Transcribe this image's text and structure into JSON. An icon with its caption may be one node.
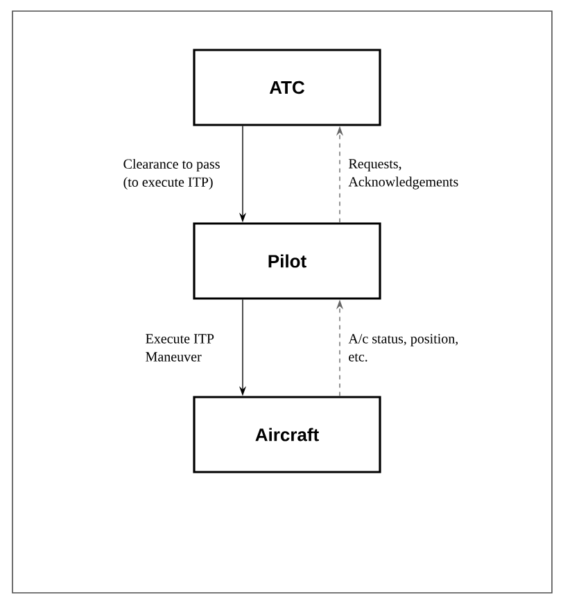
{
  "diagram": {
    "nodes": [
      {
        "text": [
          "ATC"
        ]
      },
      {
        "text": [
          "Pilot"
        ]
      },
      {
        "text": [
          "Aircraft"
        ]
      }
    ],
    "edges": [
      {
        "from": 0,
        "to": 1,
        "arrow": "to",
        "label": "Clearance to pass (to execute ITP)"
      },
      {
        "from": 1,
        "to": 0,
        "arrow": "to",
        "style": "dashed",
        "color": "#666666",
        "label": "Requests, Acknowledgements"
      },
      {
        "from": 1,
        "to": 2,
        "arrow": "to",
        "label": "Execute ITP Maneuver"
      },
      {
        "from": 2,
        "to": 1,
        "arrow": "to",
        "style": "dashed",
        "color": "#666666",
        "label": "A/c status, position, etc."
      }
    ]
  }
}
